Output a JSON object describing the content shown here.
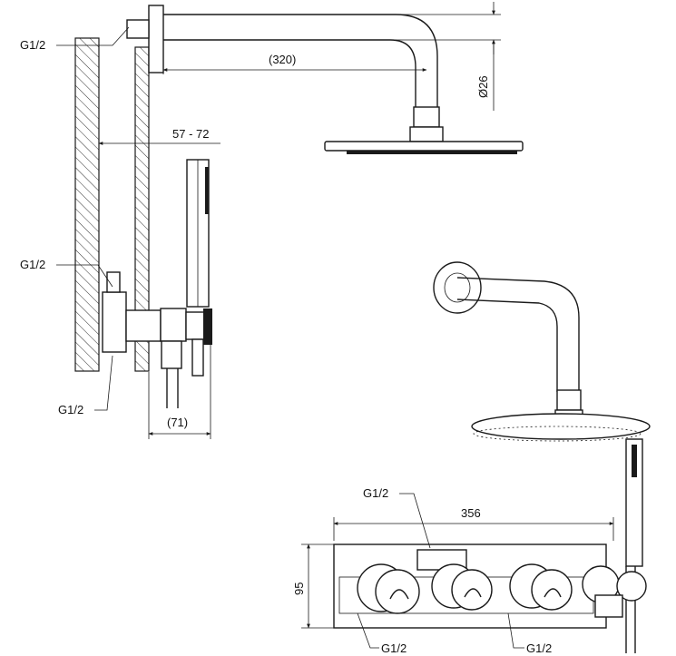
{
  "labels": {
    "thread_top": "G1/2",
    "thread_mid": "G1/2",
    "thread_low": "G1/2",
    "thread_panel_top": "G1/2",
    "thread_panel_bottom_left": "G1/2",
    "thread_panel_bottom_right": "G1/2"
  },
  "dimensions": {
    "arm_length": "(320)",
    "head_diameter": "Ø26",
    "wall_depth": "57 - 72",
    "handshower_offset": "(71)",
    "panel_width": "356",
    "panel_height": "95"
  },
  "colors": {
    "line": "#1a1a1a",
    "background": "#ffffff"
  }
}
